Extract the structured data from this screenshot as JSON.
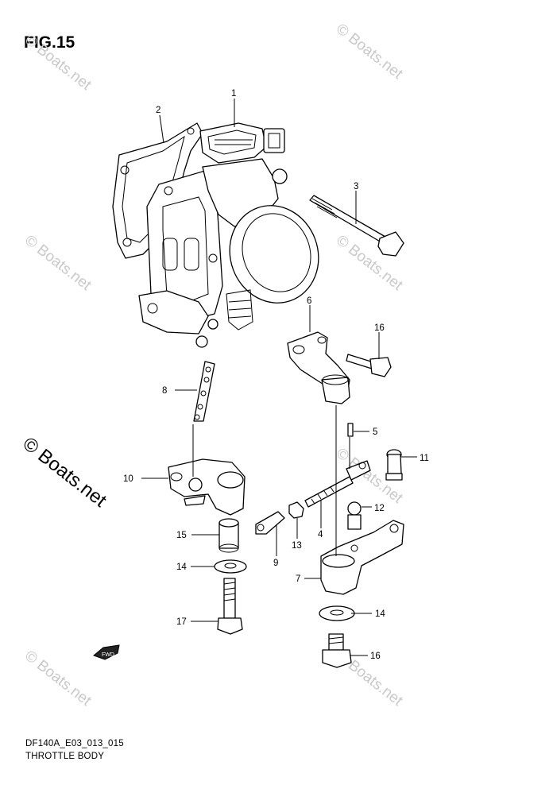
{
  "figure": {
    "title": "FIG.15",
    "code": "DF140A_E03_013_015",
    "name": "THROTTLE BODY",
    "fwd_label": "FWD"
  },
  "watermark": {
    "main": "© Boats.net",
    "faint": "© Boats.net"
  },
  "callouts": [
    {
      "id": "c1",
      "label": "1"
    },
    {
      "id": "c2",
      "label": "2"
    },
    {
      "id": "c3",
      "label": "3"
    },
    {
      "id": "c4",
      "label": "4"
    },
    {
      "id": "c5",
      "label": "5"
    },
    {
      "id": "c6",
      "label": "6"
    },
    {
      "id": "c7",
      "label": "7"
    },
    {
      "id": "c8",
      "label": "8"
    },
    {
      "id": "c9",
      "label": "9"
    },
    {
      "id": "c10",
      "label": "10"
    },
    {
      "id": "c11",
      "label": "11"
    },
    {
      "id": "c12",
      "label": "12"
    },
    {
      "id": "c13",
      "label": "13"
    },
    {
      "id": "c14a",
      "label": "14"
    },
    {
      "id": "c14b",
      "label": "14"
    },
    {
      "id": "c15",
      "label": "15"
    },
    {
      "id": "c16a",
      "label": "16"
    },
    {
      "id": "c16b",
      "label": "16"
    },
    {
      "id": "c17",
      "label": "17"
    }
  ]
}
